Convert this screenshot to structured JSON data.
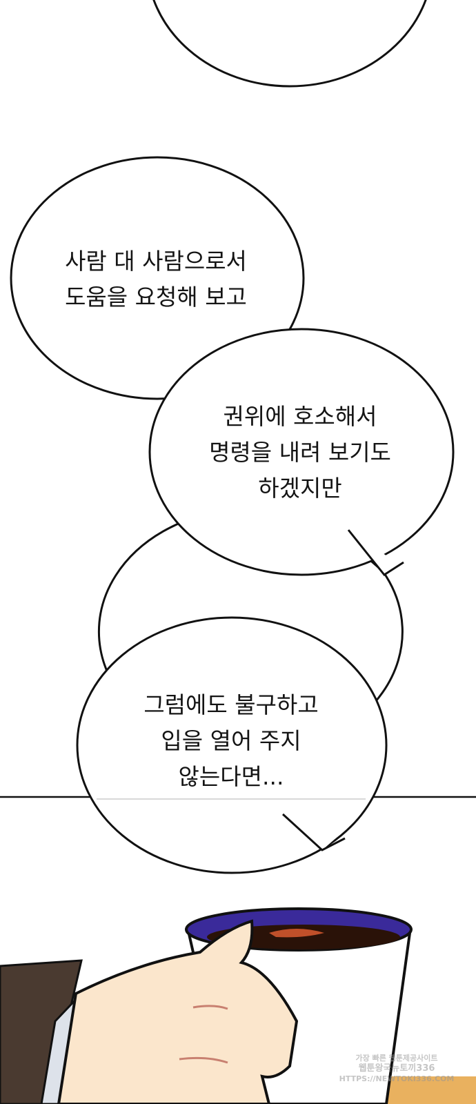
{
  "bubbles": [
    {
      "lines": [
        "사람 대 사람으로서",
        "도움을 요청해 보고"
      ]
    },
    {
      "lines": [
        "권위에 호소해서",
        "명령을 내려 보기도",
        "하겠지만"
      ]
    },
    {
      "lines": [
        "그럼에도 불구하고",
        "입을 열어 주지",
        "않는다면..."
      ]
    }
  ],
  "watermark": {
    "lines": [
      "가장 빠른 웹툰제공사이트",
      "웹툰왕국뉴토끼336",
      "HTTPS://NEWTOKI336.COM"
    ]
  },
  "colors": {
    "cup_rim": "#3a2a9a",
    "skin": "#fbe6cc",
    "sleeve": "#4a3a30",
    "table": "#e9b15f"
  }
}
